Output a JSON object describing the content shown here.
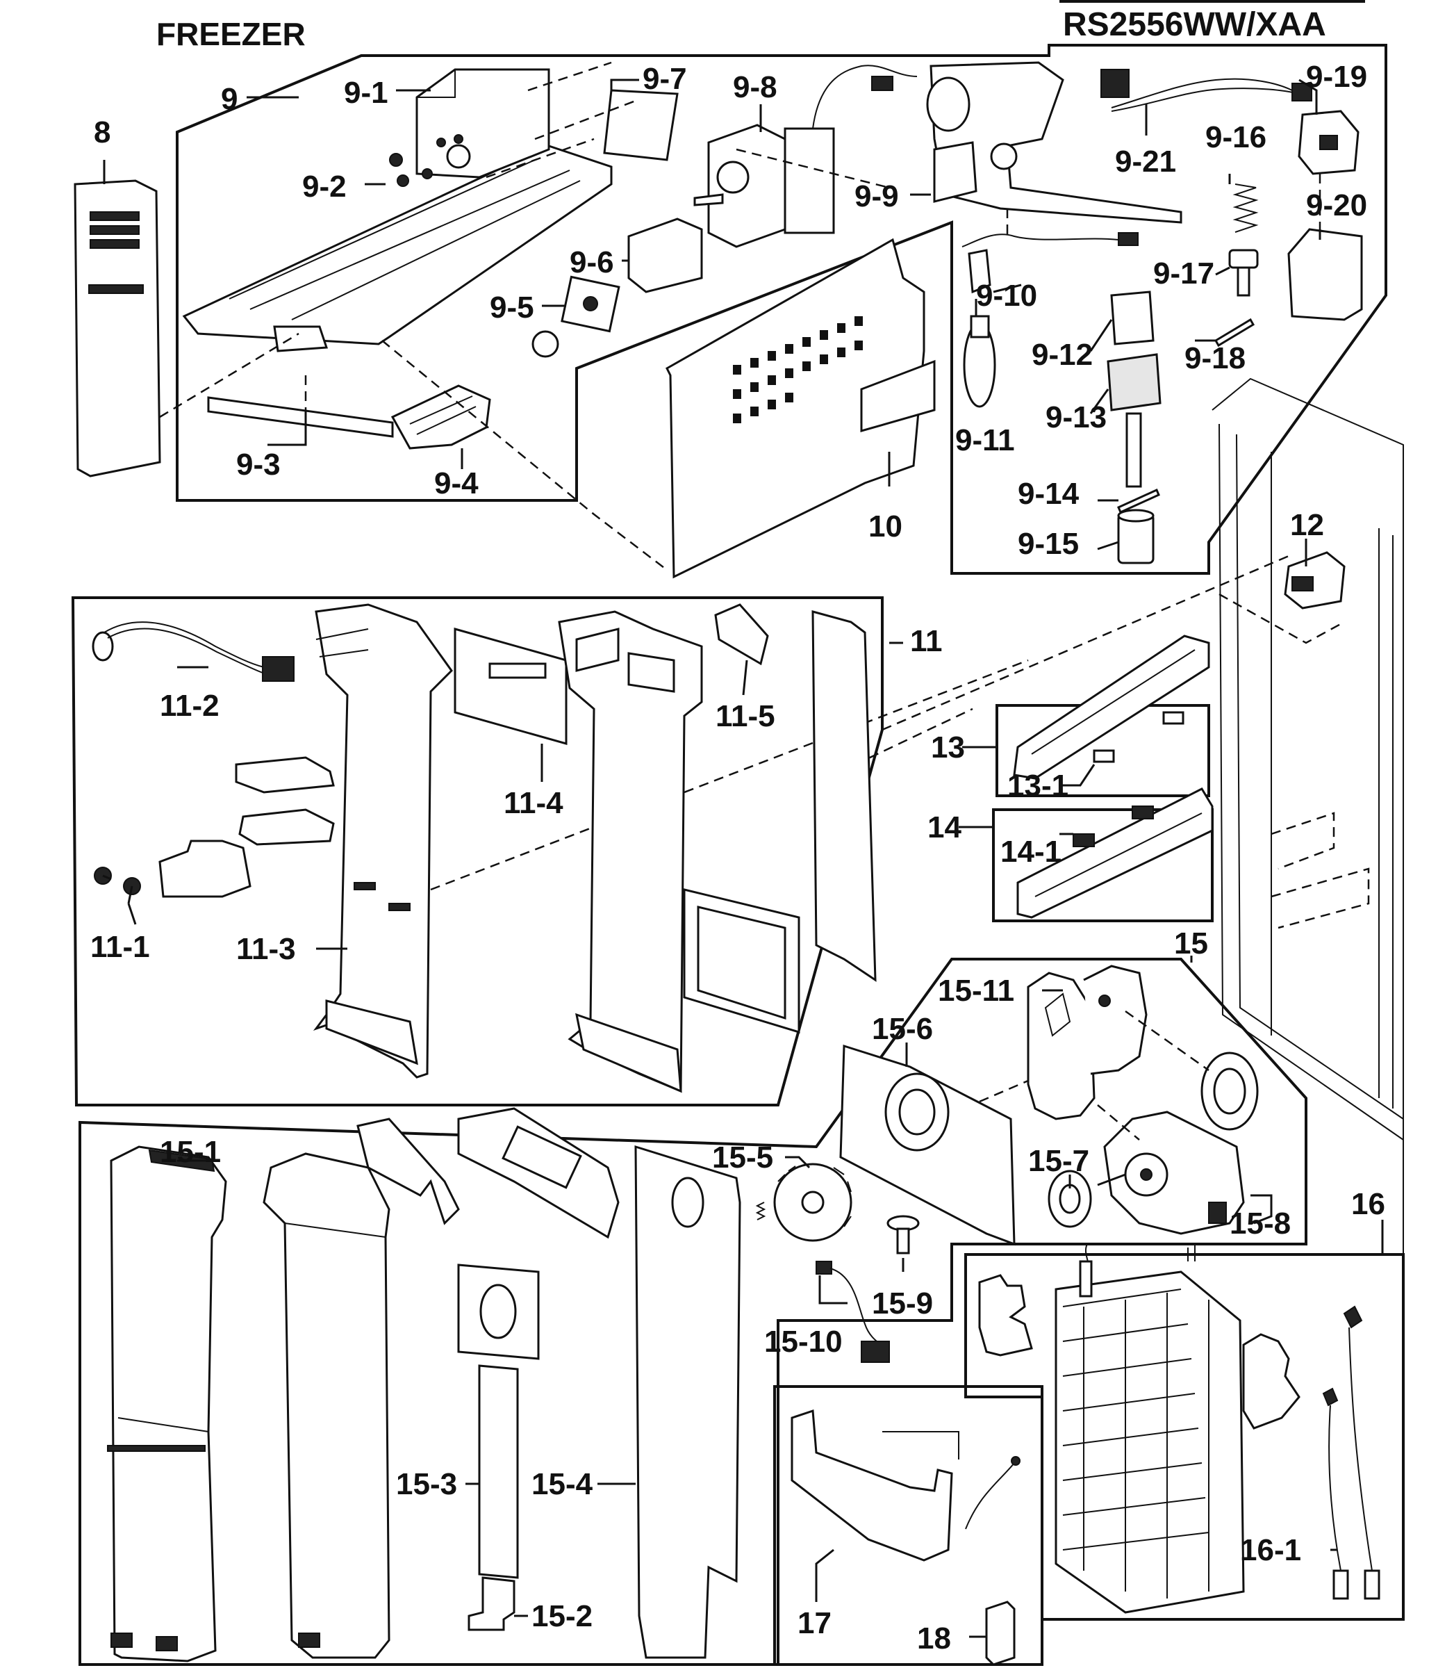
{
  "header": {
    "section": "FREEZER",
    "model": "RS2556WW/XAA"
  },
  "callouts": {
    "c8": "8",
    "c9": "9",
    "c9_1": "9-1",
    "c9_2": "9-2",
    "c9_3": "9-3",
    "c9_4": "9-4",
    "c9_5": "9-5",
    "c9_6": "9-6",
    "c9_7": "9-7",
    "c9_8": "9-8",
    "c9_9": "9-9",
    "c9_10": "9-10",
    "c9_11": "9-11",
    "c9_12": "9-12",
    "c9_13": "9-13",
    "c9_14": "9-14",
    "c9_15": "9-15",
    "c9_16": "9-16",
    "c9_17": "9-17",
    "c9_18": "9-18",
    "c9_19": "9-19",
    "c9_20": "9-20",
    "c9_21": "9-21",
    "c10": "10",
    "c11": "11",
    "c11_1": "11-1",
    "c11_2": "11-2",
    "c11_3": "11-3",
    "c11_4": "11-4",
    "c11_5": "11-5",
    "c12": "12",
    "c13": "13",
    "c13_1": "13-1",
    "c14": "14",
    "c14_1": "14-1",
    "c15": "15",
    "c15_1": "15-1",
    "c15_2": "15-2",
    "c15_3": "15-3",
    "c15_4": "15-4",
    "c15_5": "15-5",
    "c15_6": "15-6",
    "c15_7": "15-7",
    "c15_8": "15-8",
    "c15_9": "15-9",
    "c15_10": "15-10",
    "c15_11": "15-11",
    "c16": "16",
    "c16_1": "16-1",
    "c17": "17",
    "c18": "18"
  }
}
